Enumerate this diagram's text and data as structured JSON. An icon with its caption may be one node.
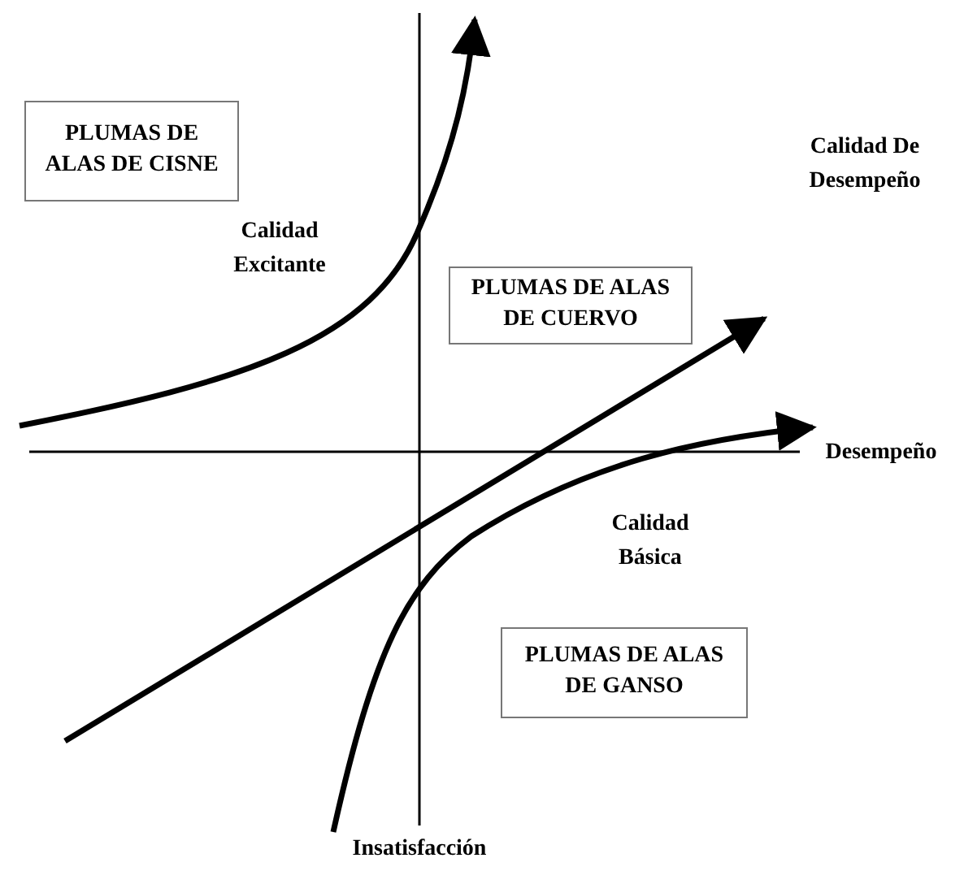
{
  "diagram": {
    "nodes": [
      {
        "text": [
          "PLUMAS DE ALAS DE CISNE"
        ]
      },
      {
        "text": [
          "PLUMAS DE ALAS DE CUERVO"
        ]
      },
      {
        "text": [
          "PLUMAS DE ALAS DE GANSO"
        ]
      }
    ],
    "labels": [
      "Calidad De Desempeño",
      "Calidad Excitante",
      "Desempeño",
      "Calidad Básica",
      "Insatisfacción"
    ]
  }
}
